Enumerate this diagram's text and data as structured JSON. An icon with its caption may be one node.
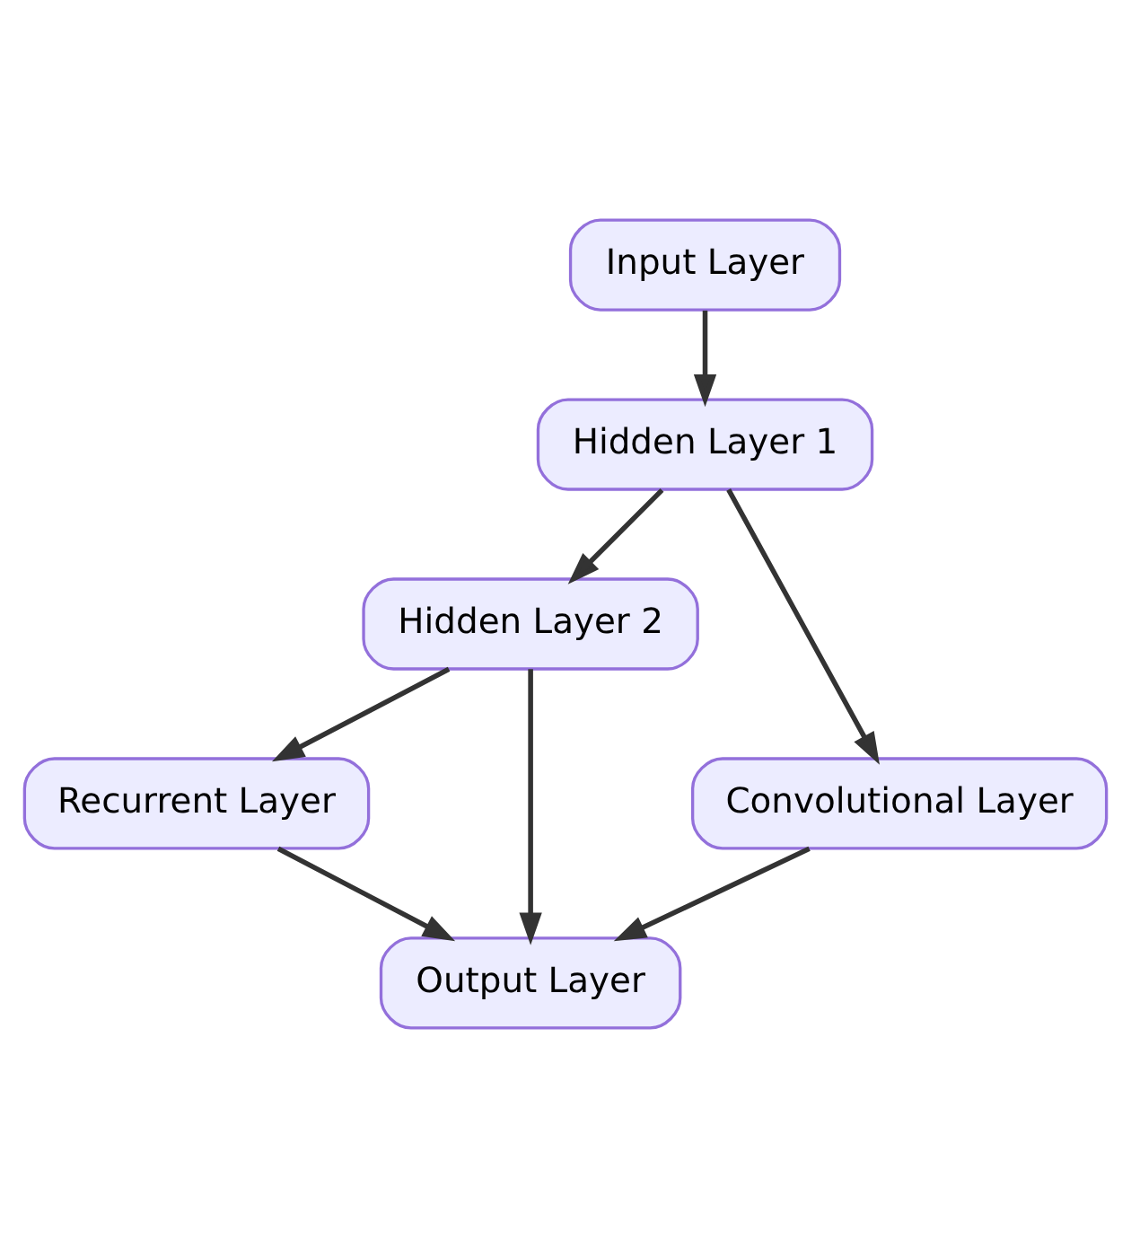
{
  "diagram": {
    "nodes": [
      {
        "text": [
          "Input Layer"
        ]
      },
      {
        "text": [
          "Hidden Layer 1"
        ]
      },
      {
        "text": [
          "Hidden Layer 2"
        ]
      },
      {
        "text": [
          "Recurrent Layer"
        ]
      },
      {
        "text": [
          "Convolutional Layer"
        ]
      },
      {
        "text": [
          "Output Layer"
        ]
      }
    ],
    "edges": [
      {
        "from": 0,
        "to": 1,
        "arrow": "to"
      },
      {
        "from": 1,
        "to": 2,
        "arrow": "to"
      },
      {
        "from": 1,
        "to": 4,
        "arrow": "to"
      },
      {
        "from": 2,
        "to": 3,
        "arrow": "to"
      },
      {
        "from": 2,
        "to": 5,
        "arrow": "to"
      },
      {
        "from": 3,
        "to": 5,
        "arrow": "to"
      },
      {
        "from": 4,
        "to": 5,
        "arrow": "to"
      }
    ]
  }
}
